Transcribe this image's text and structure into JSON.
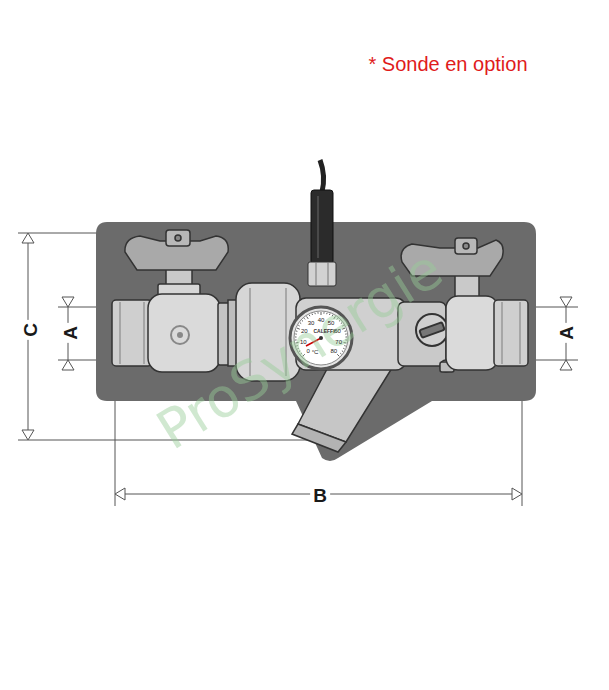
{
  "diagram": {
    "labels": [
      "* Sonde en option",
      "C",
      "A",
      "A",
      "B",
      "0",
      "10",
      "20",
      "30",
      "40",
      "50",
      "60",
      "70",
      "80",
      "°C",
      "CALEFFI",
      "ProSynergie"
    ]
  }
}
